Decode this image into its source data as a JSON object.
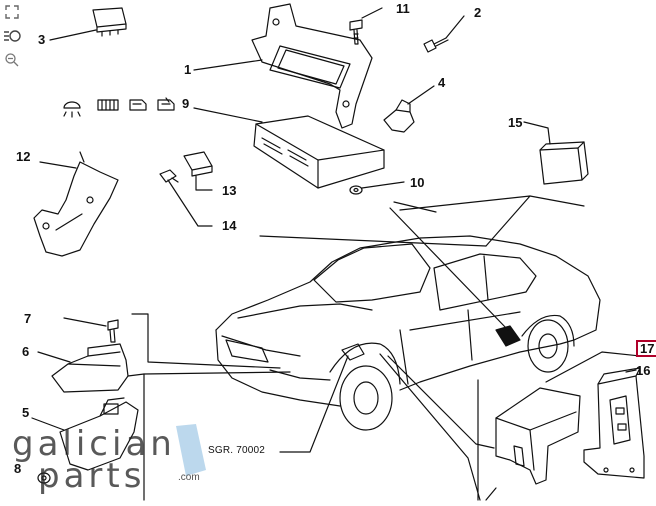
{
  "diagram": {
    "reference_code": "SGR. 70002",
    "highlighted_callout": "17",
    "callouts": [
      "1",
      "2",
      "3",
      "4",
      "5",
      "6",
      "7",
      "8",
      "9",
      "10",
      "11",
      "12",
      "13",
      "14",
      "15",
      "16",
      "17"
    ]
  },
  "watermark": {
    "line1": "galician",
    "line2": "parts",
    "suffix": ".com"
  },
  "toolbar": {
    "icons": [
      "exit-fullscreen-icon",
      "light-toggle-icon",
      "zoom-out-icon"
    ]
  },
  "colors": {
    "line": "#111111",
    "highlight_border": "#b0002a",
    "watermark_accent": "#9fc7e6"
  }
}
